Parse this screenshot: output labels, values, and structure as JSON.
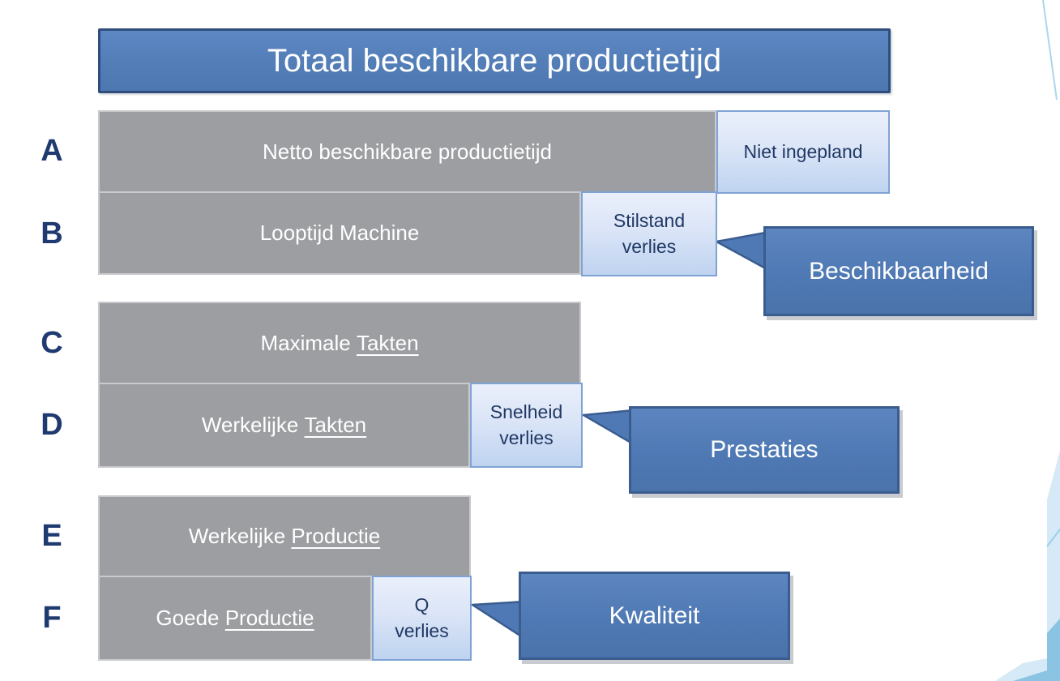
{
  "title": "Totaal beschikbare productietijd",
  "rows": [
    {
      "letter": "A",
      "label": "Netto beschikbare productietijd",
      "label_underlined": "",
      "loss_line1": "Niet ingepland",
      "loss_line2": ""
    },
    {
      "letter": "B",
      "label": "Looptijd Machine",
      "label_underlined": "",
      "loss_line1": "Stilstand",
      "loss_line2": "verlies"
    },
    {
      "letter": "C",
      "label": "Maximale ",
      "label_underlined": "Takten"
    },
    {
      "letter": "D",
      "label": "Werkelijke ",
      "label_underlined": "Takten",
      "loss_line1": "Snelheid",
      "loss_line2": "verlies"
    },
    {
      "letter": "E",
      "label": "Werkelijke ",
      "label_underlined": "Productie"
    },
    {
      "letter": "F",
      "label": "Goede ",
      "label_underlined": "Productie",
      "loss_line1": "Q",
      "loss_line2": "verlies"
    }
  ],
  "callouts": [
    {
      "label": "Beschikbaarheid"
    },
    {
      "label": "Prestaties"
    },
    {
      "label": "Kwaliteit"
    }
  ],
  "colors": {
    "accent_blue": "#4F79B4",
    "accent_border": "#2F4E7E",
    "bar_gray": "#9C9EA1",
    "bar_border": "#C8CACC",
    "loss_fill_top": "#EAEFFB",
    "loss_fill_bottom": "#BFD3F0",
    "loss_border": "#7FA3D4",
    "navy_text": "#1F3864",
    "decor_pale": "#D5EAF6",
    "decor_mid": "#8BC4E3"
  }
}
